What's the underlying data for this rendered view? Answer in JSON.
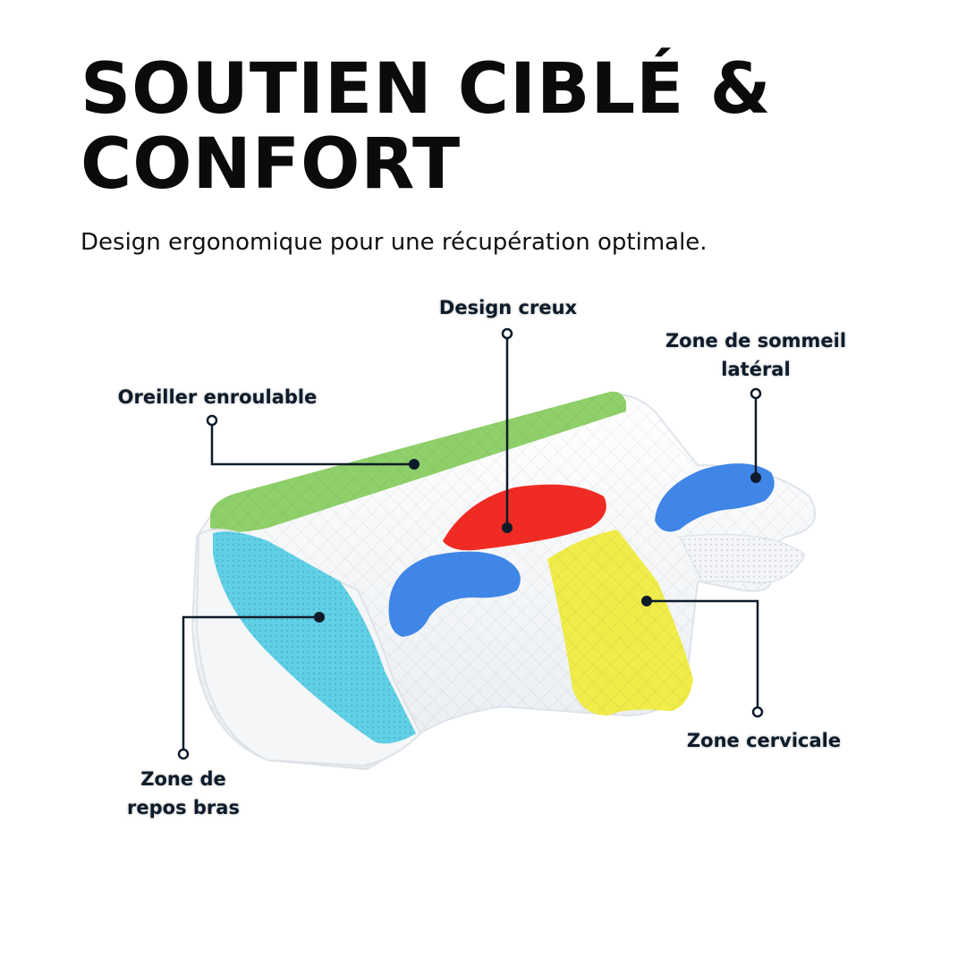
{
  "heading": {
    "line1": "SOUTIEN CIBLÉ &",
    "line2": "CONFORT"
  },
  "subtitle": "Design ergonomique pour une récupération optimale.",
  "callouts": {
    "hollow_design": {
      "label": "Design creux"
    },
    "side_sleep": {
      "line1": "Zone de sommeil",
      "line2": "latéral"
    },
    "roll_pillow": {
      "label": "Oreiller enroulable"
    },
    "arm_rest": {
      "line1": "Zone de",
      "line2": "repos bras"
    },
    "cervical": {
      "label": "Zone cervicale"
    }
  },
  "colors": {
    "green_strip": "#8fd06a",
    "cyan_side": "#5fd0e6",
    "red_zone": "#ef2b23",
    "blue_zone": "#3f86e6",
    "yellow_zone": "#f0ec4a",
    "callout_line": "#0d1b2a"
  }
}
